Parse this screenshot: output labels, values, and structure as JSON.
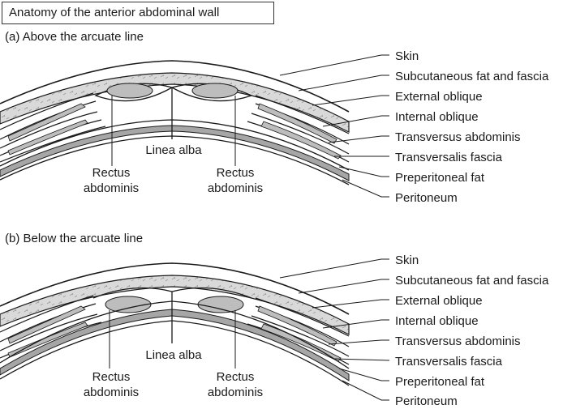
{
  "title": "Anatomy of the anterior abdominal wall",
  "panels": [
    {
      "subtitle": "(a) Above the arcuate line",
      "layer_labels": [
        "Skin",
        "Subcutaneous fat and fascia",
        "External oblique",
        "Internal oblique",
        "Transversus abdominis",
        "Transversalis fascia",
        "Preperitoneal fat",
        "Peritoneum"
      ],
      "linea_alba": "Linea alba",
      "rectus_left": [
        "Rectus",
        "abdominis"
      ],
      "rectus_right": [
        "Rectus",
        "abdominis"
      ]
    },
    {
      "subtitle": "(b) Below the arcuate line",
      "layer_labels": [
        "Skin",
        "Subcutaneous fat and fascia",
        "External oblique",
        "Internal oblique",
        "Transversus abdominis",
        "Transversalis fascia",
        "Preperitoneal fat",
        "Peritoneum"
      ],
      "linea_alba": "Linea alba",
      "rectus_left": [
        "Rectus",
        "abdominis"
      ],
      "rectus_right": [
        "Rectus",
        "abdominis"
      ]
    }
  ],
  "colors": {
    "line": "#1a1a1a",
    "fat": "#d9d9d9",
    "peritoneum_fat": "#a6a6a6",
    "muscle": "#bdbdbd"
  }
}
